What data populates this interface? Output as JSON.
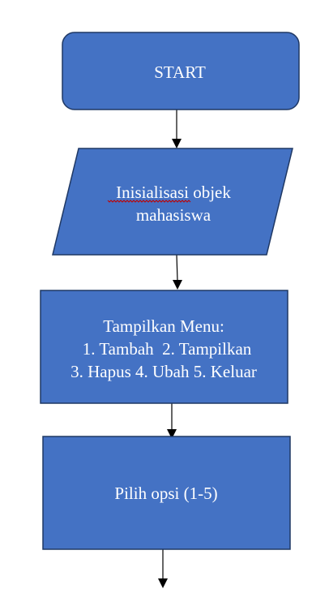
{
  "diagram": {
    "nodes": [
      {
        "id": "start",
        "shape": "terminator",
        "lines": [
          "START"
        ]
      },
      {
        "id": "init",
        "shape": "parallelogram",
        "lines": [
          "Inisialisasi objek",
          "mahasiswa"
        ]
      },
      {
        "id": "menu",
        "shape": "process",
        "lines": [
          "Tampilkan Menu:",
          "1. Tambah  2. Tampilkan",
          "3. Hapus 4. Ubah 5. Keluar"
        ]
      },
      {
        "id": "choose",
        "shape": "process",
        "lines": [
          "Pilih opsi (1-5)"
        ]
      }
    ],
    "edges": [
      {
        "from": "start",
        "to": "init"
      },
      {
        "from": "init",
        "to": "menu"
      },
      {
        "from": "menu",
        "to": "choose"
      },
      {
        "from": "choose",
        "to": "next"
      }
    ],
    "colors": {
      "fill": "#4472C4",
      "stroke": "#1F3864",
      "text": "#FFFFFF",
      "arrow": "#000000",
      "spellcheck_underline": "#C00000"
    }
  }
}
